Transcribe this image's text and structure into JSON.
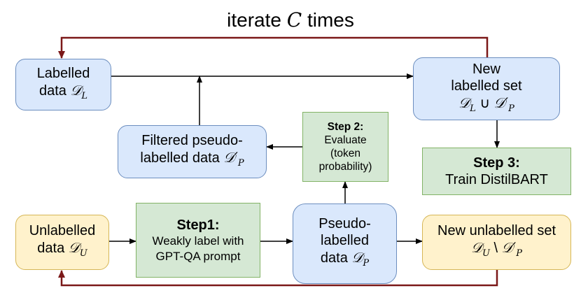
{
  "title": {
    "prefix": "iterate ",
    "var": "C",
    "suffix": " times"
  },
  "labelled": {
    "line1": "Labelled",
    "line2": "data ",
    "math": "𝒟",
    "sub": "L"
  },
  "new_labelled": {
    "line1": "New",
    "line2": "labelled set",
    "math": "𝒟",
    "sub1": "L",
    "union": " ∪ ",
    "math2": "𝒟′",
    "sub2": "P"
  },
  "filtered": {
    "line1": "Filtered pseudo-",
    "line2": "labelled data ",
    "math": "𝒟′",
    "sub": "P"
  },
  "step2": {
    "title": "Step 2:",
    "line1": "Evaluate",
    "line2": "(token",
    "line3": "probability)"
  },
  "step3": {
    "title": "Step 3:",
    "line1": "Train DistilBART"
  },
  "unlabelled": {
    "line1": "Unlabelled",
    "line2": "data ",
    "math": "𝒟",
    "sub": "U"
  },
  "step1": {
    "title": "Step1:",
    "line1": "Weakly label with",
    "line2": "GPT-QA prompt"
  },
  "pseudo": {
    "line1": "Pseudo-",
    "line2": "labelled",
    "line3": "data ",
    "math": "𝒟",
    "sub": "P"
  },
  "new_unlabelled": {
    "line1": "New unlabelled set",
    "math": "𝒟",
    "sub1": "U",
    "setminus": " \\ ",
    "math2": "𝒟′",
    "sub2": "P"
  },
  "colors": {
    "arrow": "#000000",
    "loop": "#7b1818"
  }
}
